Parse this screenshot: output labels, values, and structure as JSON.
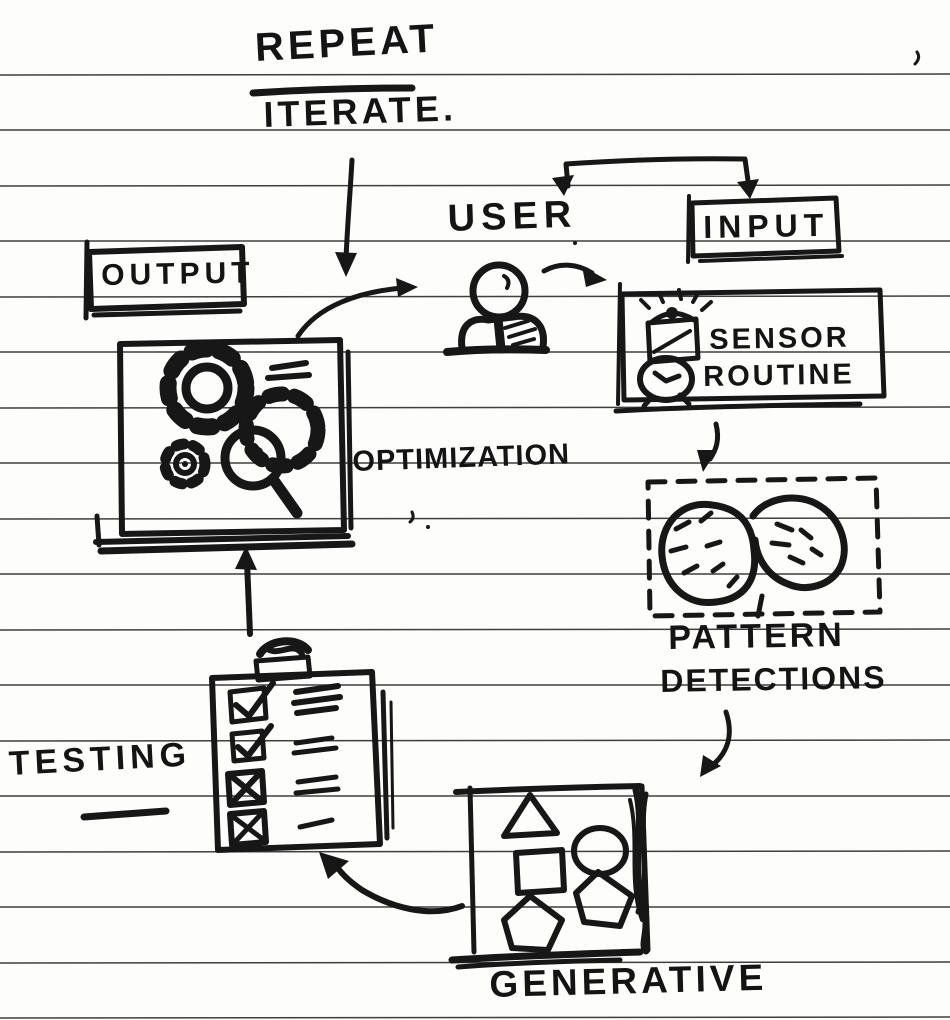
{
  "diagram": {
    "heading": {
      "line1": "REPEAT",
      "line2": "ITERATE."
    },
    "nodes": {
      "user": {
        "label": "USER",
        "icon": "person-with-tie-icon"
      },
      "input": {
        "label": "INPUT"
      },
      "output": {
        "label": "OUTPUT"
      },
      "optimization": {
        "label": "OPTIMIZATION",
        "icons": [
          "gear-icon",
          "gear-icon",
          "gear-with-magnifier-icon"
        ]
      },
      "sensor_routine": {
        "line1": "SENSOR",
        "line2": "ROUTINE",
        "icons": [
          "sensor-light-icon",
          "clock-icon"
        ]
      },
      "pattern_detection": {
        "line1": "PATTERN",
        "line2": "DETECTIONS",
        "icon": "brain-icon"
      },
      "testing": {
        "label": "TESTING",
        "icon": "clipboard-checklist-icon",
        "checklist": [
          "checked",
          "checked",
          "crossed",
          "crossed"
        ]
      },
      "generative": {
        "label": "GENERATIVE",
        "icons": [
          "triangle-icon",
          "circle-icon",
          "square-icon",
          "pentagon-icon",
          "pentagon-icon"
        ]
      }
    },
    "arrows": [
      "iterate-down-to-flow",
      "loop-bracket-user-and-input",
      "user-to-sensor-routine",
      "optimization-to-user",
      "sensor-routine-to-pattern-detection",
      "pattern-detection-to-generative",
      "generative-to-testing",
      "testing-to-optimization"
    ],
    "colors": {
      "ink": "#171717",
      "paper": "#fdfdfc",
      "ruled_line": "#3f3f3f"
    }
  }
}
